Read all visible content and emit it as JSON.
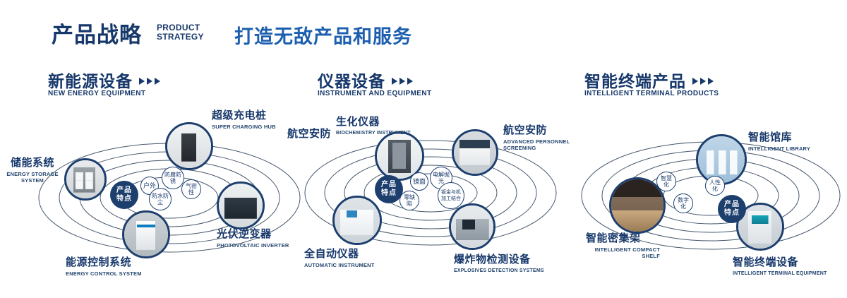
{
  "header": {
    "title": "产品战略",
    "subtitle_line1": "PRODUCT",
    "subtitle_line2": "STRATEGY",
    "slogan": "打造无敌产品和服务"
  },
  "badge": {
    "line1": "产品",
    "line2": "特点"
  },
  "sections": {
    "energy": {
      "title": "新能源设备",
      "subtitle": "NEW ENERGY EQUIPMENT",
      "products": {
        "charging": {
          "cn": "超级充电桩",
          "en": "SUPER CHARGING HUB"
        },
        "storage": {
          "cn": "储能系统",
          "en": "ENERGY STORAGE SYSTEM"
        },
        "inverter": {
          "cn": "光伏逆变器",
          "en": "PHOTOVOLTAIC INVERTER"
        },
        "control": {
          "cn": "能源控制系统",
          "en": "ENERGY CONTROL SYSTEM"
        }
      },
      "features": {
        "f1": "户外",
        "f2": "防腐防锈",
        "f3": "气密性",
        "f4": "防水防尘"
      }
    },
    "instrument": {
      "title": "仪器设备",
      "subtitle": "INSTRUMENT AND EQUIPMENT",
      "products": {
        "aviation_left": {
          "cn": "航空安防"
        },
        "biochem": {
          "cn": "生化仪器",
          "en": "BIOCHEMISTRY INSTRUMENT"
        },
        "screening": {
          "cn": "航空安防",
          "en": "ADVANCED PERSONNEL SCREENING"
        },
        "automatic": {
          "cn": "全自动仪器",
          "en": "AUTOMATIC INSTRUMENT"
        },
        "explosives": {
          "cn": "爆炸物检测设备",
          "en": "EXPLOSIVES DETECTION SYSTEMS"
        }
      },
      "features": {
        "f1": "镜面",
        "f2": "电解抛光",
        "f3": "零缺陷",
        "f4": "钣金与机加工结合"
      }
    },
    "terminal": {
      "title": "智能终端产品",
      "subtitle": "INTELLIGENT TERMINAL PRODUCTS",
      "products": {
        "library": {
          "cn": "智能馆库",
          "en": "INTELLIGENT LIBRARY"
        },
        "shelf": {
          "cn": "智能密集架",
          "en": "INTELLIGENT COMPACT SHELF"
        },
        "kiosk": {
          "cn": "智能终端设备",
          "en": "INTELLIGENT TERMINAL EQUIPMENT"
        }
      },
      "features": {
        "f1": "智慧化",
        "f2": "人性化",
        "f3": "数字化"
      }
    }
  }
}
